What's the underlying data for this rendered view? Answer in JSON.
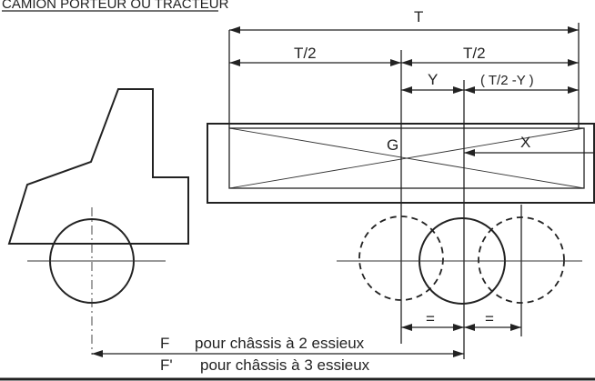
{
  "header": {
    "title": "CAMION PORTEUR OU TRACTEUR"
  },
  "labels": {
    "total": "T",
    "half_left": "T/2",
    "half_right": "T/2",
    "y": "Y",
    "t_minus_y": "( T/2 -Y )",
    "g": "G",
    "x": "X",
    "equal_left": "=",
    "equal_right": "=",
    "f_symbol": "F",
    "f_text": "pour châssis à 2 essieux",
    "f_prime_symbol": "F'",
    "f_prime_text": "pour châssis à 3 essieux"
  }
}
